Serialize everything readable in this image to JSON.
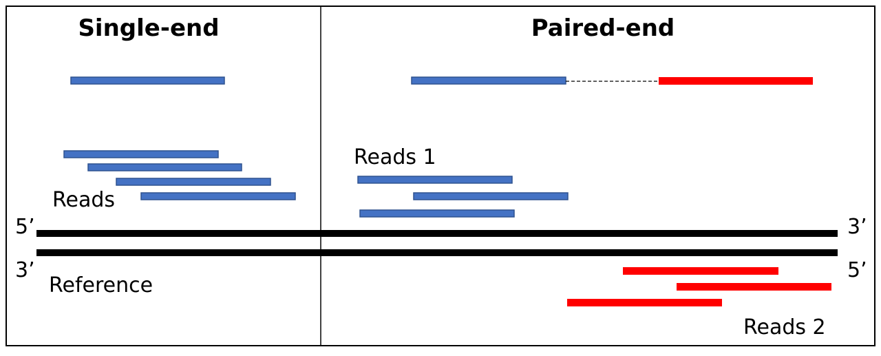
{
  "panels": {
    "single_end": {
      "title": "Single-end",
      "reads_label": "Reads"
    },
    "paired_end": {
      "title": "Paired-end",
      "reads1_label": "Reads 1",
      "reads2_label": "Reads 2"
    }
  },
  "reference": {
    "label": "Reference",
    "top_left_end": "5’",
    "top_right_end": "3’",
    "bottom_left_end": "3’",
    "bottom_right_end": "5’"
  },
  "colors": {
    "forward_read": "#4472C4",
    "reverse_read": "#FF0000",
    "reference_strand": "#000000"
  }
}
